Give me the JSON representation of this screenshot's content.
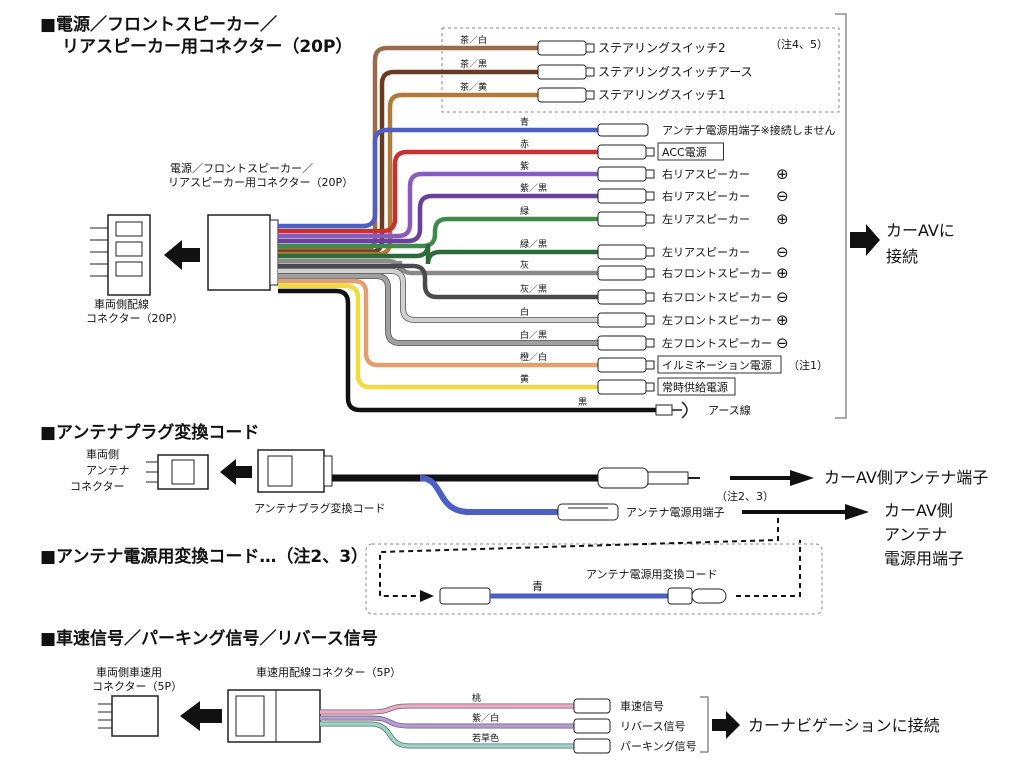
{
  "sec1": {
    "title_line1": "■電源／フロントスピーカー／",
    "title_line2": "リアスピーカー用コネクター（20P）",
    "conn_label_line1": "電源／フロントスピーカー／",
    "conn_label_line2": "リアスピーカー用コネクター（20P）",
    "vehicle_label_line1": "車両側配線",
    "vehicle_label_line2": "コネクター（20P）",
    "steering_note": "（注4、5）",
    "connect_line1": "カーAVに",
    "connect_line2": "接続",
    "wires": [
      {
        "name": "茶／白",
        "terminal": "ステアリングスイッチ2",
        "sym": "",
        "boxed": false,
        "color": "#9a6a4a"
      },
      {
        "name": "茶／黒",
        "terminal": "ステアリングスイッチアース",
        "sym": "",
        "boxed": false,
        "color": "#6b3a22"
      },
      {
        "name": "茶／黄",
        "terminal": "ステアリングスイッチ1",
        "sym": "",
        "boxed": false,
        "color": "#b07a3a"
      },
      {
        "name": "青",
        "terminal": "アンテナ電源用端子※接続しません",
        "sym": "",
        "boxed": false,
        "color": "#4d5fc4"
      },
      {
        "name": "赤",
        "terminal": "ACC電源",
        "sym": "",
        "boxed": true,
        "color": "#c8322e"
      },
      {
        "name": "紫",
        "terminal": "右リアスピーカー",
        "sym": "⊕",
        "boxed": false,
        "color": "#8a5bbf"
      },
      {
        "name": "紫／黒",
        "terminal": "右リアスピーカー",
        "sym": "⊖",
        "boxed": false,
        "color": "#6a3f9e"
      },
      {
        "name": "緑",
        "terminal": "左リアスピーカー",
        "sym": "⊕",
        "boxed": false,
        "color": "#3e8a4a"
      },
      {
        "name": "緑／黒",
        "terminal": "左リアスピーカー",
        "sym": "⊖",
        "boxed": false,
        "color": "#2e6a38"
      },
      {
        "name": "灰",
        "terminal": "右フロントスピーカー",
        "sym": "⊕",
        "boxed": false,
        "color": "#8a8a8a"
      },
      {
        "name": "灰／黒",
        "terminal": "右フロントスピーカー",
        "sym": "⊖",
        "boxed": false,
        "color": "#4a4a4a"
      },
      {
        "name": "白",
        "terminal": "左フロントスピーカー",
        "sym": "⊕",
        "boxed": false,
        "color": "#d0d0d0"
      },
      {
        "name": "白／黒",
        "terminal": "左フロントスピーカー",
        "sym": "⊖",
        "boxed": false,
        "color": "#a0a0a0"
      },
      {
        "name": "橙／白",
        "terminal": "イルミネーション電源",
        "sym": "",
        "boxed": true,
        "color": "#e0a070"
      },
      {
        "name": "黄",
        "terminal": "常時供給電源",
        "sym": "",
        "boxed": true,
        "color": "#f0dc3c"
      },
      {
        "name": "黒",
        "terminal": "アース線",
        "sym": "",
        "boxed": false,
        "color": "#111111"
      }
    ],
    "illumi_note": "（注1）"
  },
  "sec2": {
    "title": "■アンテナプラグ変換コード",
    "vehicle_line1": "車両側",
    "vehicle_line2": "アンテナ",
    "vehicle_line3": "コネクター",
    "cord_label": "アンテナプラグ変換コード",
    "terminal_label": "アンテナ電源用端子",
    "note": "（注2、3）",
    "dest1": "カーAV側アンテナ端子",
    "dest2_line1": "カーAV側",
    "dest2_line2": "アンテナ",
    "dest2_line3": "電源用端子"
  },
  "sec3": {
    "title": "■アンテナ電源用変換コード…（注2、3）",
    "cord_label": "アンテナ電源用変換コード",
    "wire_label": "青"
  },
  "sec4": {
    "title": "■車速信号／パーキング信号／リバース信号",
    "vehicle_line1": "車両側車速用",
    "vehicle_line2": "コネクター（5P）",
    "conn_label": "車速用配線コネクター（5P）",
    "wires": [
      {
        "name": "桃",
        "terminal": "車速信号",
        "color": "#f0a8c8"
      },
      {
        "name": "紫／白",
        "terminal": "リバース信号",
        "color": "#b49ad6"
      },
      {
        "name": "若草色",
        "terminal": "パーキング信号",
        "color": "#9ad6c8"
      }
    ],
    "dest": "カーナビゲーションに接続"
  }
}
